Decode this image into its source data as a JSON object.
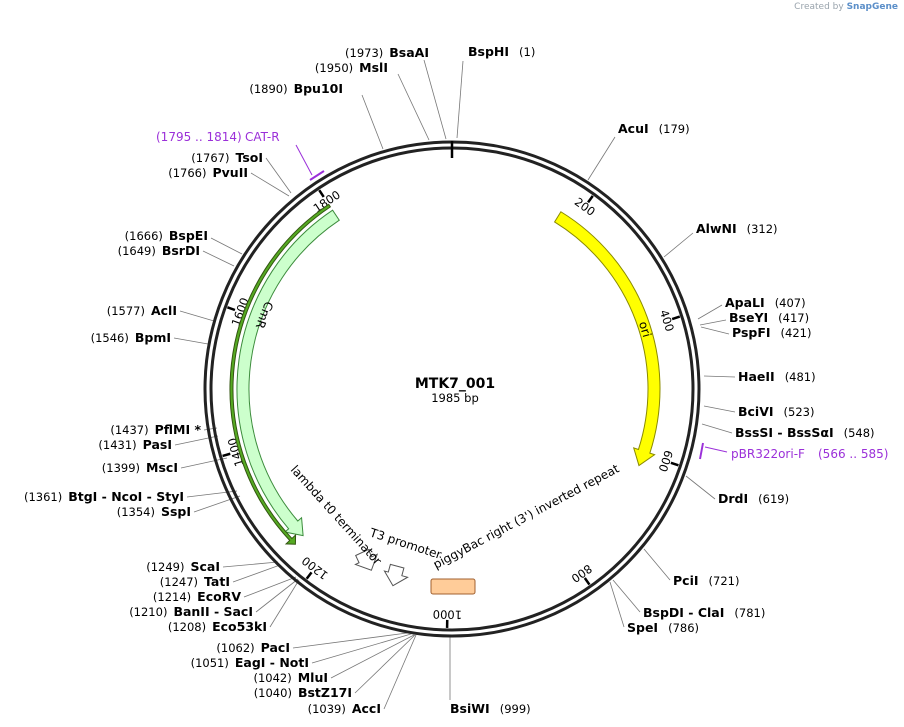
{
  "watermark": {
    "prefix": "Created by",
    "brand": "SnapGene"
  },
  "plasmid": {
    "name": "MTK7_001",
    "length_label": "1985 bp",
    "length": 1985
  },
  "ticks": [
    {
      "pos": 200,
      "label": "200"
    },
    {
      "pos": 400,
      "label": "400"
    },
    {
      "pos": 600,
      "label": "600"
    },
    {
      "pos": 800,
      "label": "800"
    },
    {
      "pos": 1000,
      "label": "1000"
    },
    {
      "pos": 1200,
      "label": "1200"
    },
    {
      "pos": 1400,
      "label": "1400"
    },
    {
      "pos": 1600,
      "label": "1600"
    },
    {
      "pos": 1800,
      "label": "1800"
    }
  ],
  "features": [
    {
      "id": "ori",
      "name": "ori",
      "start": 175,
      "end": 620,
      "color": "#ffff00",
      "stroke": "#8a8a00",
      "strand": 1,
      "label_at": 420
    },
    {
      "id": "CmR",
      "name": "CmR",
      "start": 1244,
      "end": 1800,
      "color": "#ccffcc",
      "stroke": "#3c8c3c",
      "strand": -1,
      "label_at": 1600
    },
    {
      "id": "t0",
      "name": "lambda t0 terminator",
      "start": 1243,
      "end": 1800,
      "color": "#55aa22",
      "stroke": "#335511",
      "strand": -1,
      "thin": true
    },
    {
      "id": "T3",
      "name": "T3 promoter",
      "start": 1099,
      "end": 1142,
      "color": "#ffffff",
      "stroke": "#555555",
      "strand": -1
    },
    {
      "id": "piggyBac",
      "name": "piggyBac right (3') inverted repeat",
      "start": 977,
      "end": 1044,
      "color": "#ffcc99",
      "stroke": "#a06030",
      "strand": 0
    }
  ],
  "primers": [
    {
      "name": "CAT-R",
      "range": "(1795 .. 1814)"
    },
    {
      "name": "pBR322ori-F",
      "range": "(566 .. 585)"
    }
  ],
  "sites": [
    {
      "name": "BspHI",
      "pos": "(1)"
    },
    {
      "name": "AcuI",
      "pos": "(179)"
    },
    {
      "name": "AlwNI",
      "pos": "(312)"
    },
    {
      "name": "ApaLI",
      "pos": "(407)"
    },
    {
      "name": "BseYI",
      "pos": "(417)"
    },
    {
      "name": "PspFI",
      "pos": "(421)"
    },
    {
      "name": "HaeII",
      "pos": "(481)"
    },
    {
      "name": "BciVI",
      "pos": "(523)"
    },
    {
      "name": "BssSI - BssSαI",
      "pos": "(548)"
    },
    {
      "name": "DrdI",
      "pos": "(619)"
    },
    {
      "name": "PciI",
      "pos": "(721)"
    },
    {
      "name": "BspDI - ClaI",
      "pos": "(781)"
    },
    {
      "name": "SpeI",
      "pos": "(786)"
    },
    {
      "name": "BsiWI",
      "pos": "(999)"
    },
    {
      "name": "AccI",
      "pos": "(1039)"
    },
    {
      "name": "BstZ17I",
      "pos": "(1040)"
    },
    {
      "name": "MluI",
      "pos": "(1042)"
    },
    {
      "name": "EagI - NotI",
      "pos": "(1051)"
    },
    {
      "name": "PacI",
      "pos": "(1062)"
    },
    {
      "name": "Eco53kI",
      "pos": "(1208)"
    },
    {
      "name": "BanII - SacI",
      "pos": "(1210)"
    },
    {
      "name": "EcoRV",
      "pos": "(1214)"
    },
    {
      "name": "TatI",
      "pos": "(1247)"
    },
    {
      "name": "ScaI",
      "pos": "(1249)"
    },
    {
      "name": "SspI",
      "pos": "(1354)"
    },
    {
      "name": "BtgI - NcoI - StyI",
      "pos": "(1361)"
    },
    {
      "name": "MscI",
      "pos": "(1399)"
    },
    {
      "name": "PasI",
      "pos": "(1431)"
    },
    {
      "name": "PflMI *",
      "pos": "(1437)"
    },
    {
      "name": "BpmI",
      "pos": "(1546)"
    },
    {
      "name": "AclI",
      "pos": "(1577)"
    },
    {
      "name": "BsrDI",
      "pos": "(1649)"
    },
    {
      "name": "BspEI",
      "pos": "(1666)"
    },
    {
      "name": "PvuII",
      "pos": "(1766)"
    },
    {
      "name": "TsoI",
      "pos": "(1767)"
    },
    {
      "name": "Bpu10I",
      "pos": "(1890)"
    },
    {
      "name": "MslI",
      "pos": "(1950)"
    },
    {
      "name": "BsaAI",
      "pos": "(1973)"
    }
  ]
}
